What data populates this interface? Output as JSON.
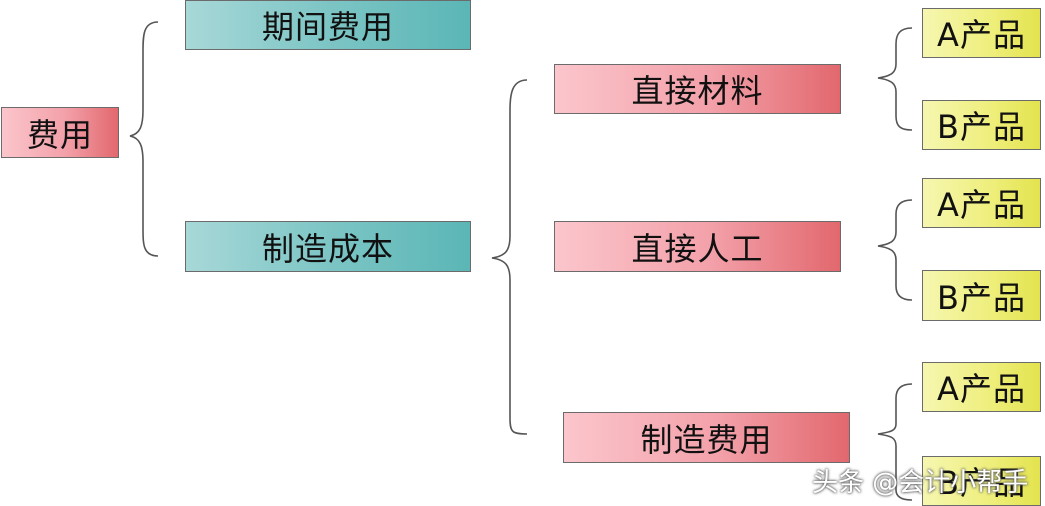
{
  "root": "费用",
  "level1": [
    "期间费用",
    "制造成本"
  ],
  "level2": [
    "直接材料",
    "直接人工",
    "制造费用"
  ],
  "products": [
    "A产品",
    "B产品",
    "A产品",
    "B产品",
    "A产品",
    "B产品"
  ],
  "watermark": "头条 @会计小帮手",
  "colors": {
    "pink": "#f3a0a9",
    "teal": "#7dc5c5",
    "yellow": "#eeee7a",
    "brace": "#555555"
  }
}
